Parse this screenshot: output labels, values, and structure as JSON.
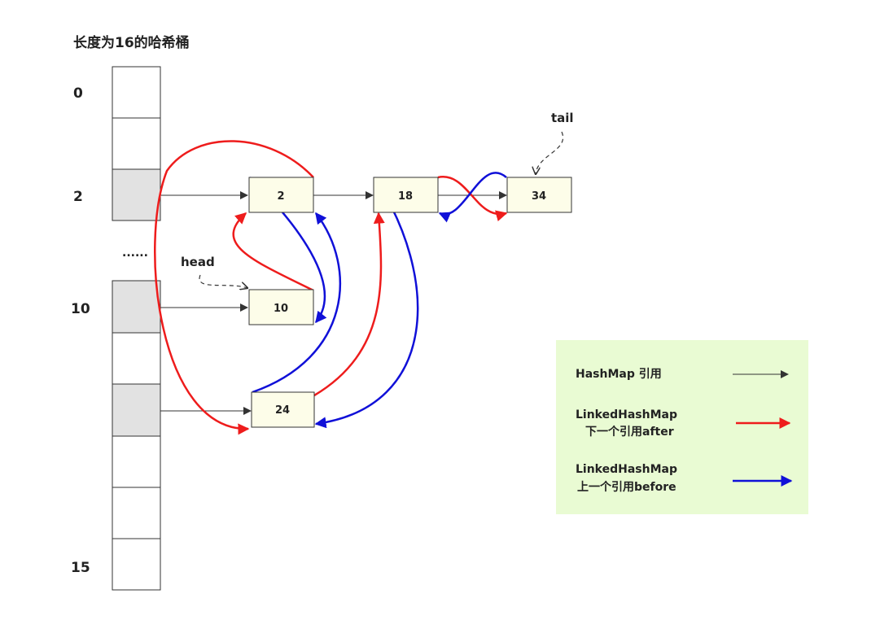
{
  "title": "长度为16的哈希桶",
  "bucket_labels": {
    "b0": "0",
    "b2": "2",
    "ellipsis": "......",
    "b10": "10",
    "b15": "15"
  },
  "nodes": {
    "n2": "2",
    "n18": "18",
    "n34": "34",
    "n10": "10",
    "n24": "24"
  },
  "pointers": {
    "head": "head",
    "tail": "tail"
  },
  "legend": {
    "hashmap": "HashMap 引用",
    "after_line1": "LinkedHashMap",
    "after_line2": "下一个引用after",
    "before_line1": "LinkedHashMap",
    "before_line2": "上一个引用before"
  },
  "colors": {
    "after": "#ee1c1c",
    "before": "#1010d8",
    "hashmap": "#333333",
    "node_fill": "#fdfde9",
    "bucket_shaded": "#e2e2e2",
    "legend_bg": "#e9fbd3"
  }
}
